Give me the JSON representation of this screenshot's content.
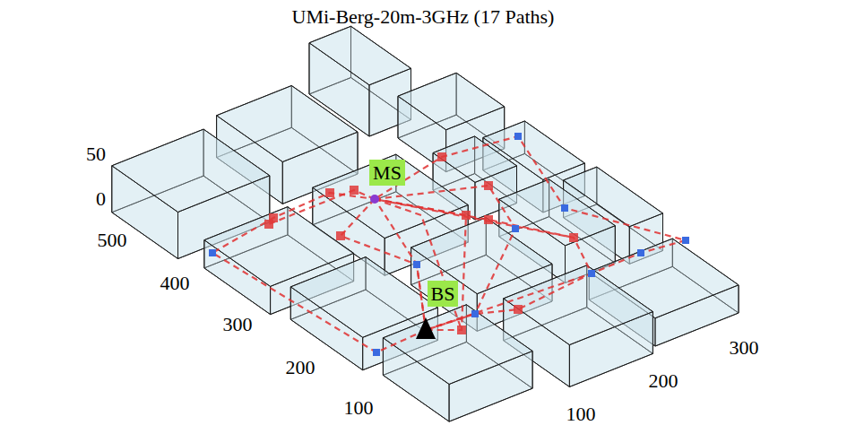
{
  "diagram": {
    "title": "UMi-Berg-20m-3GHz (17 Paths)",
    "nodes": [
      {
        "text": [
          "MS"
        ]
      },
      {
        "text": [
          "BS"
        ]
      }
    ],
    "labels": [
      "50",
      "0",
      "500",
      "400",
      "300",
      "200",
      "100",
      "100",
      "200",
      "300"
    ]
  }
}
